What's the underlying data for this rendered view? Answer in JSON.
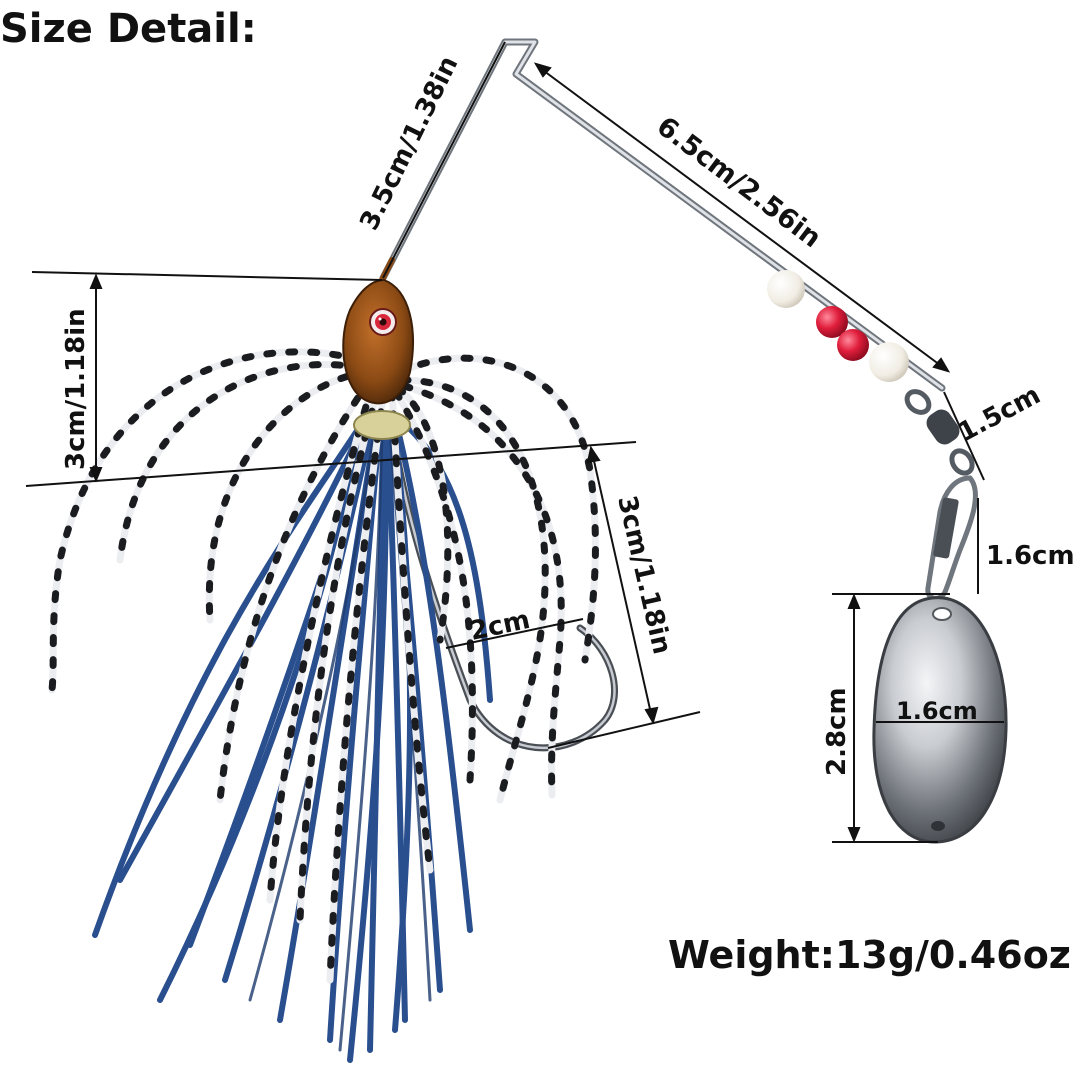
{
  "title": "Size Detail:",
  "measurements": {
    "arm_height": "3.5cm/1.38in",
    "wire_length": "6.5cm/2.56in",
    "head_height": "3cm/1.18in",
    "skirt_length": "3cm/1.18in",
    "hook_gap": "2cm",
    "swivel_length": "1.5cm",
    "clip_length": "1.6cm",
    "blade_width": "1.6cm",
    "blade_height": "2.8cm"
  },
  "weight": "Weight:13g/0.46oz",
  "colors": {
    "skirt_blue": "#2a4f8f",
    "skirt_white": "#e6e6ea",
    "head_brown": "#8b4a14",
    "wire_silver": "#9aa0a6",
    "bead_red": "#e01e3c",
    "bead_white": "#f3f0ea",
    "blade_silver": "#b9bcc2"
  },
  "icons": [
    "spinnerbait-lure-illustration"
  ]
}
